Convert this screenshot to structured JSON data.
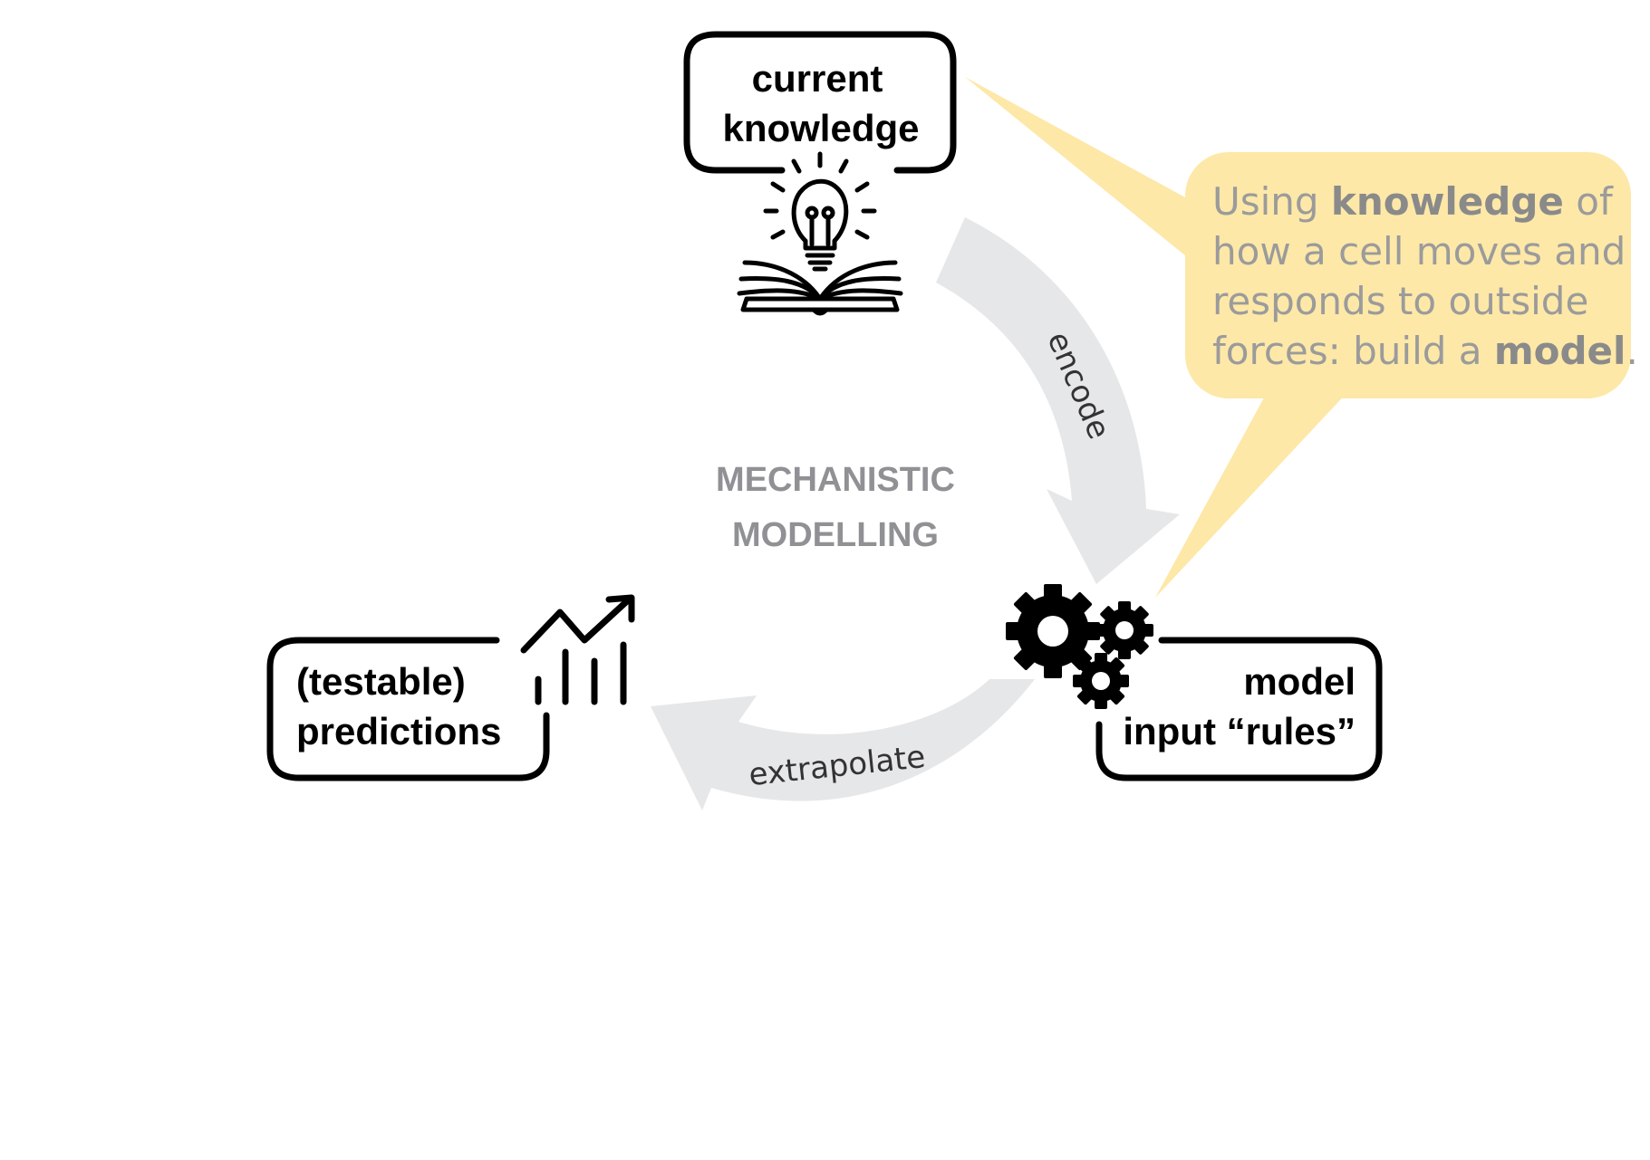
{
  "colors": {
    "stroke": "#000000",
    "arrow_fill": "#e6e7e8",
    "center_text": "#8f9194",
    "arrow_text": "#333333",
    "bubble_fill": "#fde8a8",
    "bubble_text": "#9b9b9b",
    "bubble_strong": "#8a8a8a"
  },
  "center": {
    "line1": "MECHANISTIC",
    "line2": "MODELLING"
  },
  "boxes": {
    "knowledge": {
      "line1": "current",
      "line2": "knowledge",
      "icon": "lightbulb-book-icon"
    },
    "model": {
      "line1": "model",
      "line2": "input “rules”",
      "icon": "gears-icon"
    },
    "predictions": {
      "line1": "(testable)",
      "line2": "predictions",
      "icon": "trend-chart-icon"
    }
  },
  "arrows": {
    "encode": "encode",
    "extrapolate": "extrapolate"
  },
  "callout": {
    "line1": {
      "a": "Using ",
      "b": "knowledge",
      "c": " of"
    },
    "line2": "how a cell moves and",
    "line3": "responds to outside",
    "line4": {
      "a": "forces: build a ",
      "b": "model",
      "c": "."
    }
  }
}
